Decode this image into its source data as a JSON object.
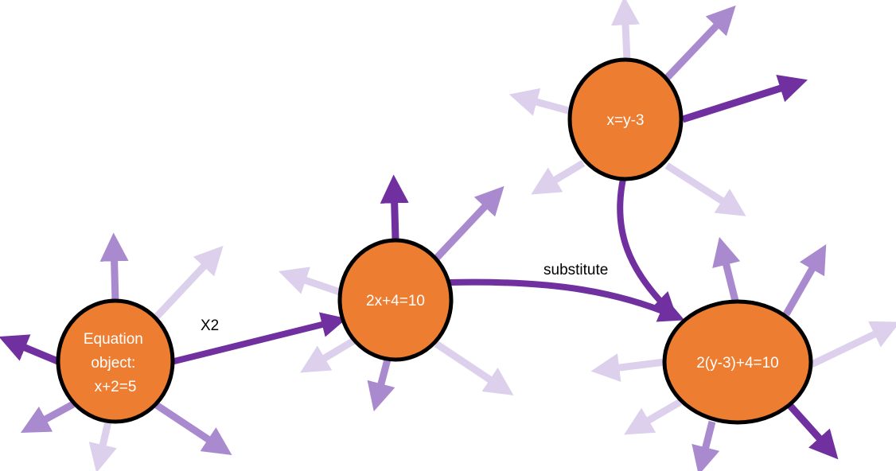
{
  "colors": {
    "node_fill": "#ED7D31",
    "node_stroke": "#000000",
    "arrow_strong": "#7030A0",
    "arrow_medium": "#A98ACF",
    "arrow_light": "#DCD0EC"
  },
  "nodes": [
    {
      "id": "n1",
      "lines": [
        "Equation",
        "object:",
        "x+2=5"
      ]
    },
    {
      "id": "n2",
      "lines": [
        "2x+4=10"
      ]
    },
    {
      "id": "n3",
      "lines": [
        "x=y-3"
      ]
    },
    {
      "id": "n4",
      "lines": [
        "2(y-3)+4=10"
      ]
    }
  ],
  "edges": [
    {
      "from": "n1",
      "to": "n2",
      "label": "X2"
    },
    {
      "from": "n2",
      "to": "n4",
      "label": "substitute"
    },
    {
      "from": "n3",
      "to": "n4",
      "label": ""
    }
  ]
}
